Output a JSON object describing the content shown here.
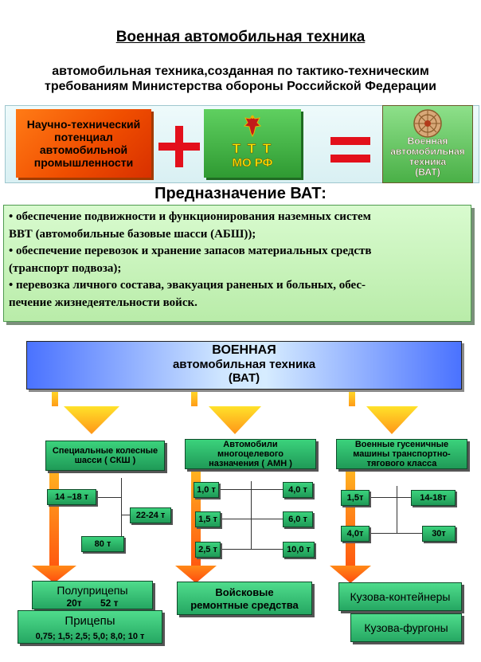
{
  "title": "Военная автомобильная техника",
  "subtitle": {
    "line1": "автомобильная техника,созданная по тактико-техническим",
    "line2": "требованиям Министерства обороны Российской Федерации"
  },
  "equation": {
    "source_lines": [
      "Научно-технический",
      "потенциал",
      "автомобильной",
      "промышленности"
    ],
    "ttt_line1": "Т Т Т",
    "ttt_line2": "МО  РФ",
    "result_lines": [
      "Военная",
      "автомобильная",
      "техника",
      "(ВАТ)"
    ]
  },
  "purpose": {
    "heading": "Предназначение ВАТ:",
    "lines": [
      "• обеспечение подвижности и функционирования наземных систем",
      "ВВТ  (автомобильные базовые шасси (АБШ));",
      "• обеспечение перевозок и хранение запасов материальных средств",
      "(транспорт подвоза);",
      "• перевозка личного состава, эвакуация раненых и больных, обес-",
      "печение жизнедеятельности войск."
    ]
  },
  "diagram": {
    "header_lines": [
      "ВОЕННАЯ",
      "автомобильная техника",
      "(ВАТ)"
    ],
    "col1": {
      "title_lines": [
        "Специальные колесные",
        "шасси     ( СКШ )"
      ],
      "items": [
        "14 –18 т",
        "22-24 т",
        "80 т"
      ]
    },
    "col2": {
      "title_lines": [
        "Автомобили",
        "многоцелевого",
        "назначения ( АМН )"
      ],
      "items": [
        "1,0 т",
        "4,0 т",
        "1,5 т",
        "6,0 т",
        "2,5 т",
        "10,0 т"
      ]
    },
    "col3": {
      "title_lines": [
        "Военные гусеничные",
        "машины транспортно-",
        "тягового класса"
      ],
      "items": [
        "1,5т",
        "14-18т",
        "4,0т",
        "30т"
      ]
    },
    "bottom": {
      "semitrailers_label": "Полуприцепы",
      "semitrailers_values": "20т       52 т",
      "trailers_label": "Прицепы",
      "trailers_values": "0,75; 1,5; 2,5; 5,0; 8,0; 10 т",
      "repair_line1": "Войсковые",
      "repair_line2": "ремонтные средства",
      "containers": "Кузова-контейнеры",
      "vans": "Кузова-фургоны"
    }
  },
  "colors": {
    "plus_equals": "#e3101b",
    "source_box": "#f04e00",
    "green_box": "#2f9a32",
    "purpose_box": "#c9f3bb",
    "header_blue": "#4a72ff",
    "arrow_yellow": "#ffe22a",
    "arrow_red": "#ff5a10"
  },
  "icons": [
    "coat-of-arms-eagle-icon",
    "vat-emblem-icon"
  ]
}
